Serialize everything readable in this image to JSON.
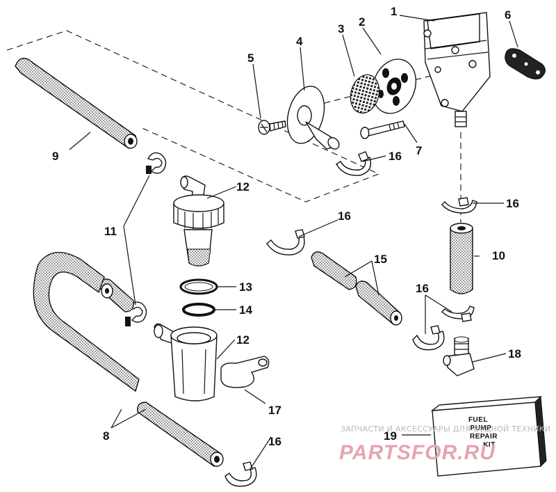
{
  "diagram": {
    "callouts": [
      {
        "id": "1",
        "text": "1"
      },
      {
        "id": "2",
        "text": "2"
      },
      {
        "id": "3",
        "text": "3"
      },
      {
        "id": "4",
        "text": "4"
      },
      {
        "id": "5",
        "text": "5"
      },
      {
        "id": "6",
        "text": "6"
      },
      {
        "id": "7",
        "text": "7"
      },
      {
        "id": "8",
        "text": "8"
      },
      {
        "id": "9",
        "text": "9"
      },
      {
        "id": "10",
        "text": "10"
      },
      {
        "id": "11",
        "text": "11"
      },
      {
        "id": "12a",
        "text": "12"
      },
      {
        "id": "12b",
        "text": "12"
      },
      {
        "id": "13",
        "text": "13"
      },
      {
        "id": "14",
        "text": "14"
      },
      {
        "id": "15",
        "text": "15"
      },
      {
        "id": "16a",
        "text": "16"
      },
      {
        "id": "16b",
        "text": "16"
      },
      {
        "id": "16c",
        "text": "16"
      },
      {
        "id": "16d",
        "text": "16"
      },
      {
        "id": "16e",
        "text": "16"
      },
      {
        "id": "17",
        "text": "17"
      },
      {
        "id": "18",
        "text": "18"
      },
      {
        "id": "19",
        "text": "19"
      }
    ],
    "kit_box": {
      "line1": "FUEL",
      "line2": "PUMP",
      "line3": "REPAIR",
      "line4": "KIT"
    }
  },
  "watermark": {
    "line1": "ЗАПЧАСТИ И АКСЕССУАРЫ ДЛЯ ВОДНОЙ ТЕХНИКИ",
    "line2": "PARTSFOR.RU"
  }
}
